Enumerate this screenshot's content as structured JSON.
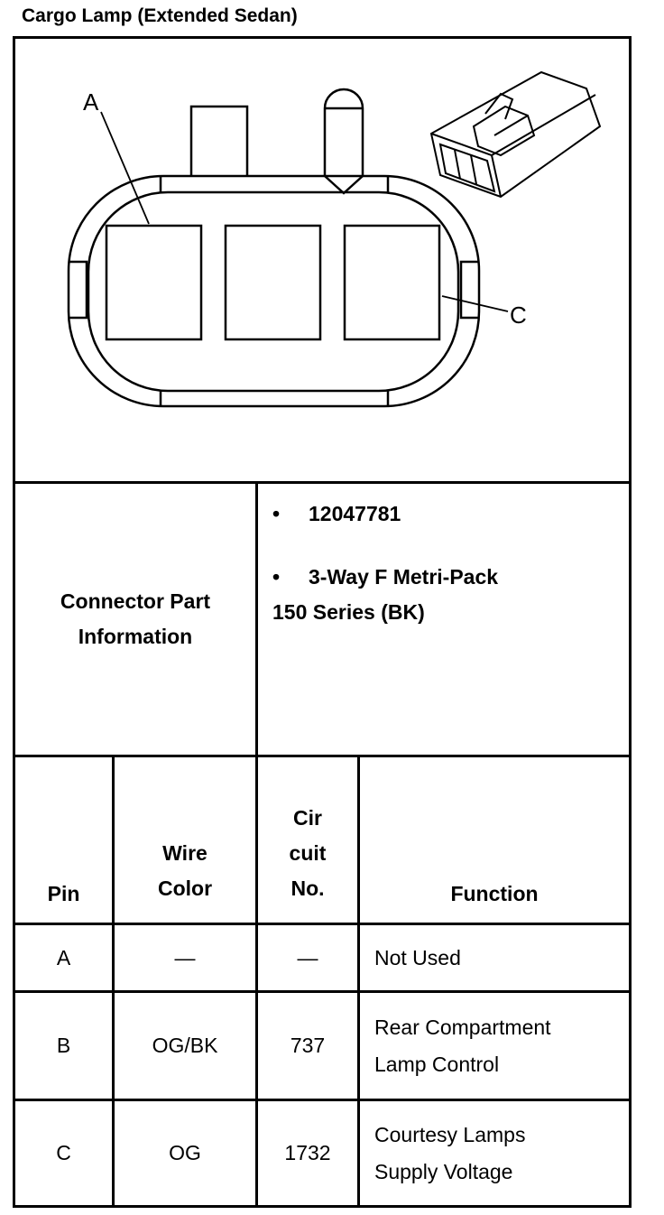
{
  "title": "Cargo Lamp (Extended Sedan)",
  "diagram": {
    "label_a": "A",
    "label_c": "C"
  },
  "connector": {
    "heading_line1": "Connector Part",
    "heading_line2": "Information",
    "bullet": "•",
    "part_number": "12047781",
    "description_line1": "3-Way F Metri-Pack",
    "description_line2": "150 Series (BK)"
  },
  "table": {
    "headers": {
      "pin": "Pin",
      "wire_line1": "Wire",
      "wire_line2": "Color",
      "circuit_line1": "Cir",
      "circuit_line2": "cuit",
      "circuit_line3": "No.",
      "function": "Function"
    },
    "rows": [
      {
        "pin": "A",
        "wire": "—",
        "circuit": "—",
        "function_line1": "Not Used",
        "function_line2": ""
      },
      {
        "pin": "B",
        "wire": "OG/BK",
        "circuit": "737",
        "function_line1": "Rear Compartment",
        "function_line2": "Lamp Control"
      },
      {
        "pin": "C",
        "wire": "OG",
        "circuit": "1732",
        "function_line1": "Courtesy Lamps",
        "function_line2": "Supply Voltage"
      }
    ]
  }
}
